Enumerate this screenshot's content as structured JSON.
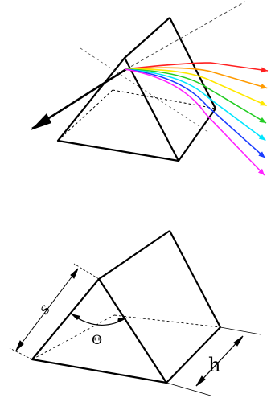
{
  "figures": {
    "dispersion": {
      "spectrum": [
        {
          "color_name": "red",
          "hex": "#ff2020"
        },
        {
          "color_name": "orange",
          "hex": "#ff9a00"
        },
        {
          "color_name": "yellow",
          "hex": "#ffe800"
        },
        {
          "color_name": "green",
          "hex": "#22cc22"
        },
        {
          "color_name": "cyan",
          "hex": "#00e5ff"
        },
        {
          "color_name": "blue",
          "hex": "#1a3cff"
        },
        {
          "color_name": "magenta",
          "hex": "#ff22ff"
        }
      ],
      "incoming_ray_color": "#000000"
    },
    "geometry": {
      "apex_angle_label": "Θ",
      "side_length_label": "s",
      "height_label": "h"
    }
  }
}
